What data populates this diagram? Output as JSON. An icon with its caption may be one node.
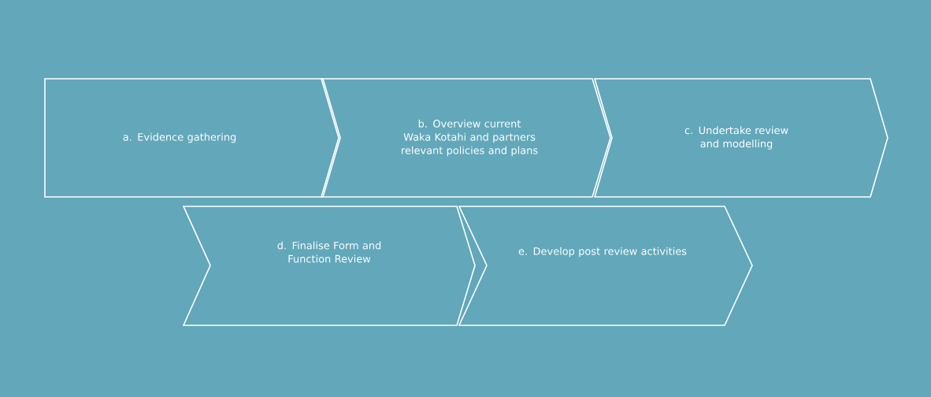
{
  "diagram": {
    "nodes": [
      {
        "text": [
          "a. Evidence gathering"
        ]
      },
      {
        "text": [
          "b. Overview current Waka Kotahi and partners relevant policies and plans"
        ]
      },
      {
        "text": [
          "c. Undertake review and modelling"
        ]
      },
      {
        "text": [
          "d. Finalise Form and Function Review"
        ]
      },
      {
        "text": [
          "e. Develop post review activities"
        ]
      }
    ]
  }
}
